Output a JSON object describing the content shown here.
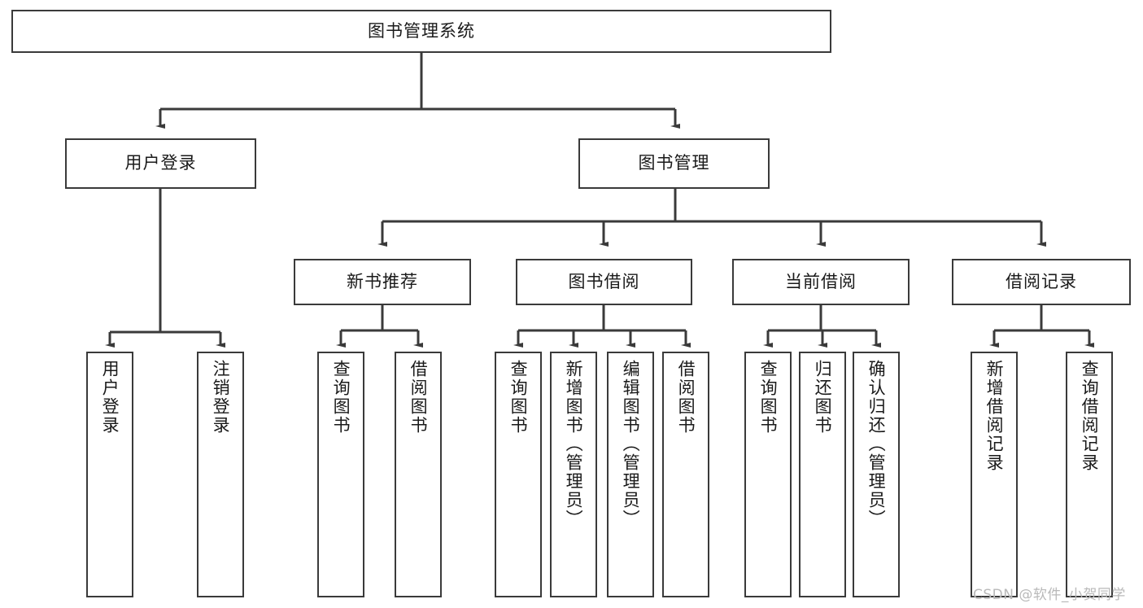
{
  "diagram": {
    "title": "图书管理系统",
    "type": "tree-hierarchy-diagram",
    "watermark": "CSDN @软件_小贺同学",
    "style": {
      "box_fill": "#ffffff",
      "box_border": "#3a3a3a",
      "connector": "#3a3a3a",
      "text": "#1a1a1a",
      "background": "#ffffff",
      "watermark_color": "#b9b9b9"
    },
    "root": {
      "label": "图书管理系统"
    },
    "level2": [
      {
        "label": "用户登录"
      },
      {
        "label": "图书管理"
      }
    ],
    "level3": [
      {
        "label": "新书推荐"
      },
      {
        "label": "图书借阅"
      },
      {
        "label": "当前借阅"
      },
      {
        "label": "借阅记录"
      }
    ],
    "leaves": {
      "user_login": [
        {
          "label": "用户登录"
        },
        {
          "label": "注销登录"
        }
      ],
      "new_book_recommend": [
        {
          "label": "查询图书"
        },
        {
          "label": "借阅图书"
        }
      ],
      "book_borrow": [
        {
          "label": "查询图书"
        },
        {
          "label": "新增图书（管理员）"
        },
        {
          "label": "编辑图书（管理员）"
        },
        {
          "label": "借阅图书"
        }
      ],
      "current_borrow": [
        {
          "label": "查询图书"
        },
        {
          "label": "归还图书"
        },
        {
          "label": "确认归还（管理员）"
        }
      ],
      "borrow_records": [
        {
          "label": "新增借阅记录"
        },
        {
          "label": "查询借阅记录"
        }
      ]
    }
  }
}
